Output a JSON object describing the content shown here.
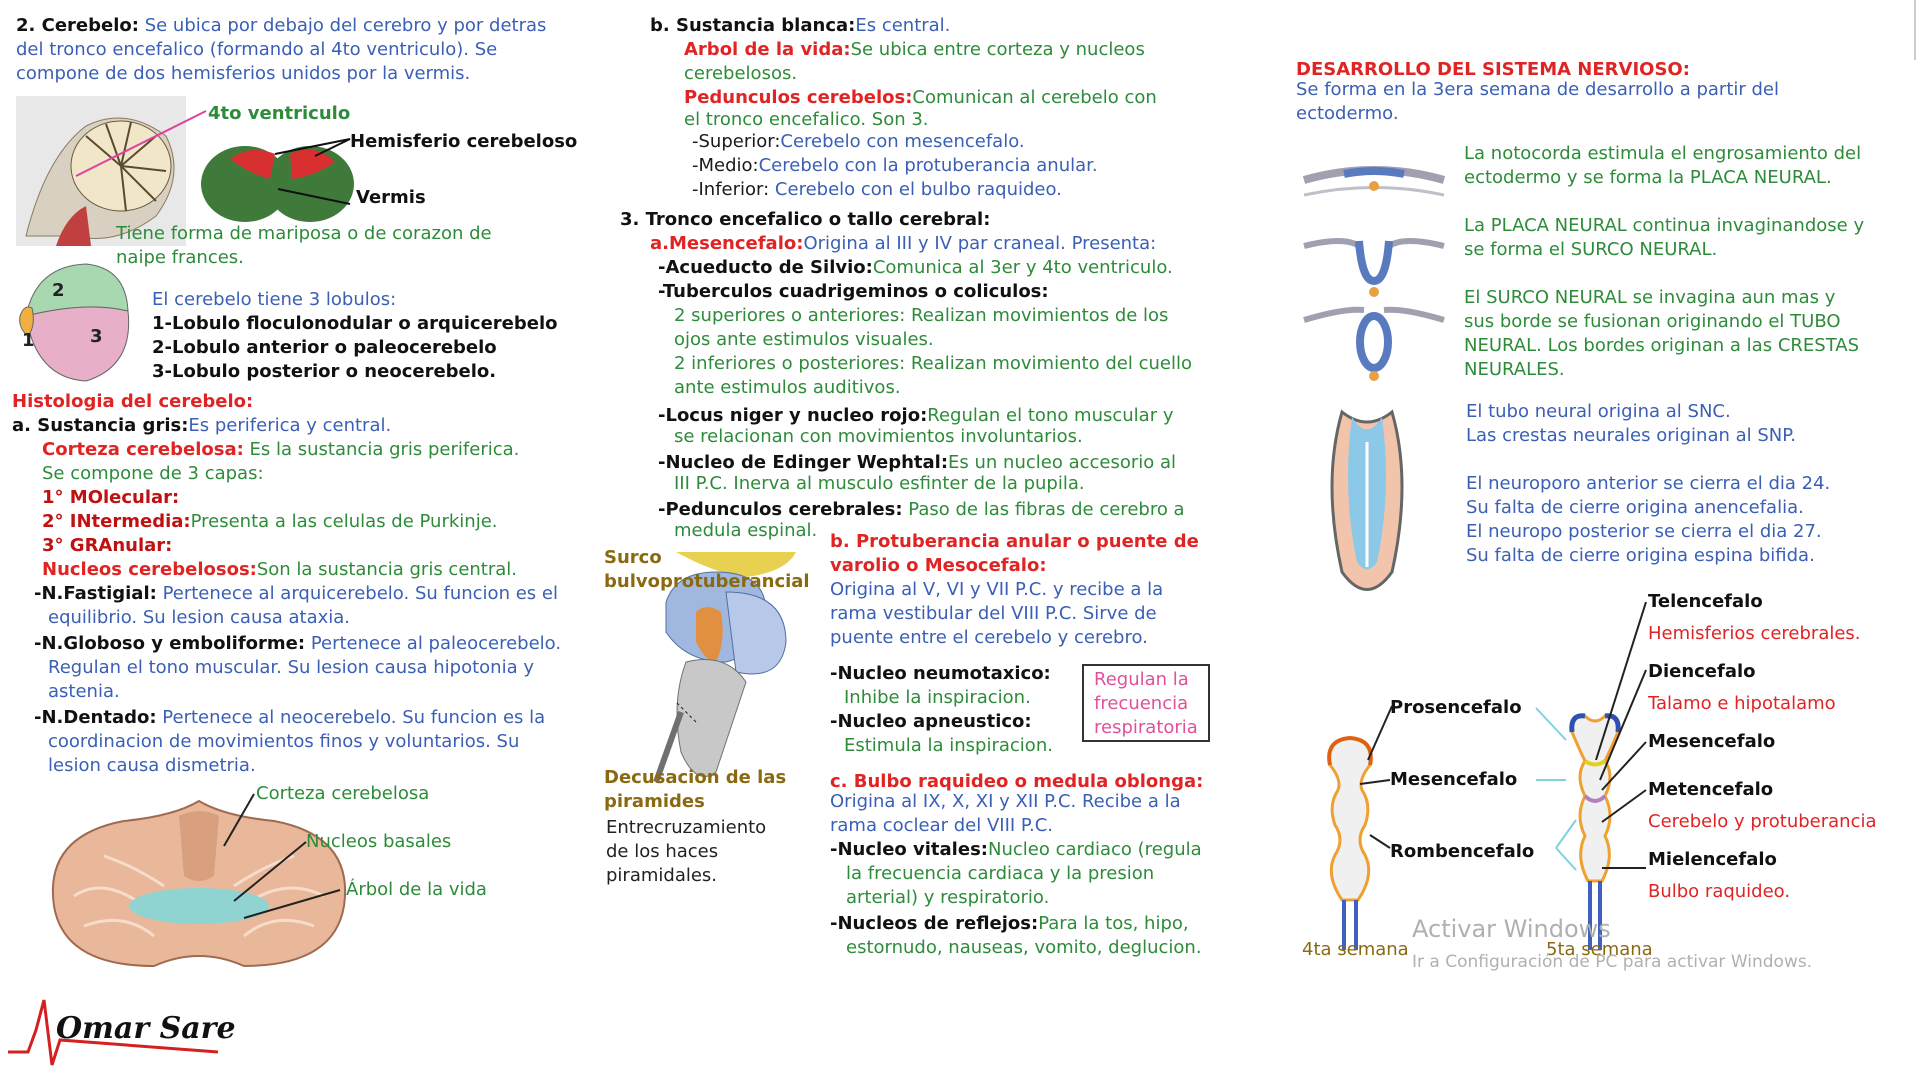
{
  "cerebelo": {
    "heading": "2. Cerebelo:",
    "intro": [
      "Se ubica por debajo del cerebro y por detras",
      "del tronco encefalico (formando al 4to ventriculo). Se",
      "compone de dos hemisferios unidos por la vermis."
    ],
    "label_4to": "4to ventriculo",
    "label_hemisferio": "Hemisferio cerebeloso",
    "label_vermis": "Vermis",
    "forma": [
      "Tiene forma de mariposa o de corazon de",
      "naipe frances."
    ],
    "lobulos_intro": "El cerebelo tiene 3 lobulos:",
    "lobulos": [
      "1-Lobulo floculonodular o arquicerebelo",
      "2-Lobulo anterior o paleocerebelo",
      "3-Lobulo posterior o neocerebelo."
    ],
    "lobulo_numbers": [
      "1",
      "2",
      "3"
    ],
    "histologia_title": "Histologia del cerebelo:",
    "gris_heading": "a. Sustancia gris:",
    "gris_text": "Es periferica y central.",
    "corteza_heading": "Corteza cerebelosa:",
    "corteza_text": "Es la sustancia gris periferica.",
    "capas": "Se compone de 3 capas:",
    "capa1": "1° MOlecular:",
    "capa2": "2° INtermedia:",
    "capa2_text": "Presenta a las celulas de Purkinje.",
    "capa3": "3° GRAnular:",
    "nucleos_heading": "Nucleos cerebelosos:",
    "nucleos_text": "Son la sustancia gris central.",
    "fastigial_heading": "-N.Fastigial:",
    "fastigial_text": [
      "Pertenece al arquicerebelo. Su funcion es el",
      "equilibrio. Su lesion causa ataxia."
    ],
    "globoso_heading": "-N.Globoso y emboliforme:",
    "globoso_text": [
      "Pertenece al paleocerebelo.",
      "Regulan el tono muscular. Su lesion causa hipotonia y",
      "astenia."
    ],
    "dentado_heading": "-N.Dentado:",
    "dentado_text": [
      "Pertenece al neocerebelo. Su funcion es la",
      "coordinacion de movimientos finos y voluntarios. Su",
      "lesion causa dismetria."
    ],
    "label_corteza": "Corteza cerebelosa",
    "label_nucleos": "Nucleos basales",
    "label_arbol": "Árbol de la vida",
    "signature": "Omar Sare"
  },
  "blanca": {
    "heading": "b. Sustancia blanca:",
    "heading_text": "Es central.",
    "arbol_heading": "Arbol de la vida:",
    "arbol_text": [
      "Se ubica entre corteza y nucleos",
      "cerebelosos."
    ],
    "ped_heading": "Pedunculos cerebelos:",
    "ped_text": [
      "Comunican al cerebelo con",
      "el tronco encefalico. Son 3."
    ],
    "superior_label": "-Superior:",
    "superior_text": "Cerebelo con mesencefalo.",
    "medio_label": "-Medio:",
    "medio_text": "Cerebelo con la protuberancia anular.",
    "inferior_label": "-Inferior:",
    "inferior_text": "Cerebelo con el bulbo raquideo."
  },
  "tronco": {
    "heading": "3. Tronco encefalico o tallo cerebral:",
    "mesen_heading": "a.Mesencefalo:",
    "mesen_text": "Origina al III y IV par craneal. Presenta:",
    "acueducto_heading": "-Acueducto de Silvio:",
    "acueducto_text": "Comunica al 3er y 4to ventriculo.",
    "tuberculos_heading": "-Tuberculos cuadrigeminos o coliculos:",
    "tuberculos_text": [
      "2 superiores o anteriores: Realizan movimientos de los",
      "ojos ante estimulos visuales.",
      "2 inferiores o posteriores: Realizan movimiento del cuello",
      "ante estimulos auditivos."
    ],
    "locus_heading": "-Locus niger y nucleo rojo:",
    "locus_text": [
      "Regulan el tono muscular y",
      "se relacionan con movimientos involuntarios."
    ],
    "edinger_heading": "-Nucleo de Edinger Wephtal:",
    "edinger_text": [
      "Es un nucleo accesorio al",
      "III P.C. Inerva al musculo esfinter de la pupila."
    ],
    "ped_cer_heading": "-Pedunculos cerebrales:",
    "ped_cer_text": [
      "Paso de las fibras de cerebro a",
      "medula espinal."
    ],
    "label_surco": [
      "Surco",
      "bulvoprotuberancial"
    ],
    "label_decusacion": [
      "Decusacion de las",
      "piramides"
    ],
    "decusacion_text": [
      "Entrecruzamiento",
      "de los haces",
      "piramidales."
    ],
    "protu_heading": [
      "b. Protuberancia anular o puente de",
      "varolio o Mesocefalo:"
    ],
    "protu_text": [
      "Origina al V, VI y VII P.C. y recibe a la",
      "rama vestibular del VIII P.C. Sirve de",
      "puente entre el cerebelo y cerebro."
    ],
    "neumotaxico_heading": "-Nucleo neumotaxico:",
    "neumotaxico_text": "Inhibe la inspiracion.",
    "apneustico_heading": "-Nucleo apneustico:",
    "apneustico_text": "Estimula la inspiracion.",
    "box_text": [
      "Regulan la",
      "frecuencia",
      "respiratoria"
    ],
    "bulbo_heading": "c. Bulbo raquideo o medula oblonga:",
    "bulbo_text": [
      "Origina al IX, X, XI y XII P.C. Recibe a la",
      "rama coclear del VIII P.C."
    ],
    "vitales_heading": "-Nucleo vitales:",
    "vitales_text": [
      "Nucleo cardiaco (regula",
      "la frecuencia cardiaca y la presion",
      "arterial) y respiratorio."
    ],
    "reflejos_heading": "-Nucleos de reflejos:",
    "reflejos_text": [
      "Para la tos, hipo,",
      "estornudo, nauseas, vomito, deglucion."
    ]
  },
  "desarrollo": {
    "title": "DESARROLLO DEL SISTEMA NERVIOSO:",
    "intro": [
      "Se forma en la 3era semana de desarrollo a partir del",
      "ectodermo."
    ],
    "step1": [
      "La notocorda estimula el engrosamiento del",
      "ectodermo y se forma la PLACA NEURAL."
    ],
    "step2": [
      "La PLACA NEURAL continua invaginandose y",
      "se forma el SURCO NEURAL."
    ],
    "step3": [
      "El SURCO NEURAL se invagina aun mas y",
      "sus borde se fusionan originando el TUBO",
      "NEURAL. Los bordes originan a las CRESTAS",
      "NEURALES."
    ],
    "step4": [
      "El tubo neural origina al SNC.",
      "Las crestas neurales originan al SNP."
    ],
    "step5": [
      "El neuroporo anterior se cierra el dia 24.",
      "Su falta de cierre origina anencefalia.",
      "El neuropo posterior se cierra el dia 27.",
      "Su falta de cierre origina espina bifida."
    ],
    "v3": [
      "Prosencefalo",
      "Mesencefalo",
      "Rombencefalo"
    ],
    "v5": [
      {
        "name": "Telencefalo",
        "desc": "Hemisferios cerebrales."
      },
      {
        "name": "Diencefalo",
        "desc": "Talamo e hipotalamo"
      },
      {
        "name": "Mesencefalo",
        "desc": ""
      },
      {
        "name": "Metencefalo",
        "desc": "Cerebelo y protuberancia"
      },
      {
        "name": "Mielencefalo",
        "desc": "Bulbo raquideo."
      }
    ],
    "week4": "4ta semana",
    "week5": "5ta semana"
  },
  "watermark": {
    "line1": "Activar Windows",
    "line2": "Ir a Configuración de PC para activar Windows."
  }
}
